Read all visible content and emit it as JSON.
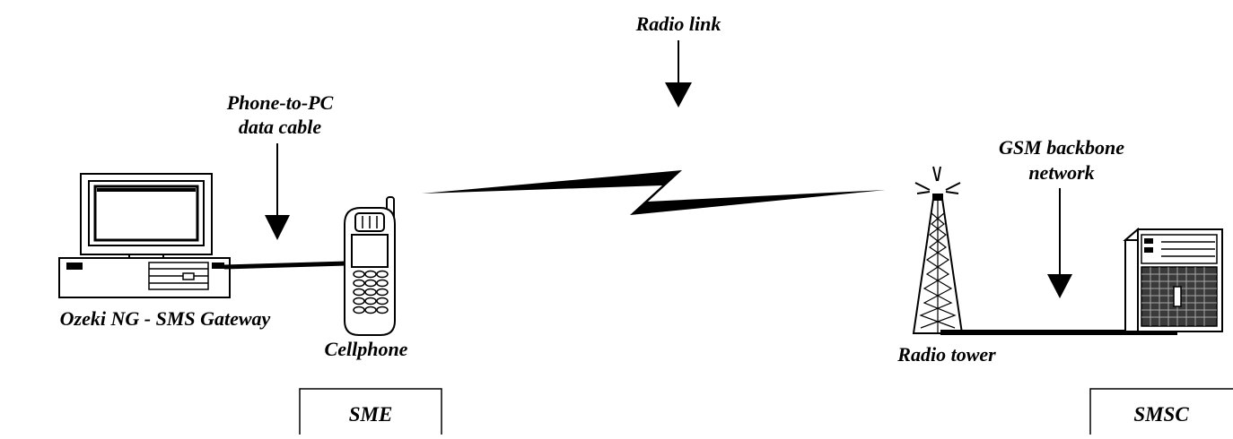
{
  "labels": {
    "radio_link": "Radio link",
    "data_cable_line1": "Phone-to-PC",
    "data_cable_line2": "data cable",
    "gsm_line1": "GSM backbone",
    "gsm_line2": "network",
    "gateway": "Ozeki NG - SMS Gateway",
    "cellphone": "Cellphone",
    "radio_tower": "Radio tower"
  },
  "boxes": {
    "sme": "SME",
    "smsc": "SMSC"
  },
  "icons": {
    "computer": "desktop-computer-icon",
    "phone": "cellphone-icon",
    "tower": "radio-tower-icon",
    "server": "server-icon"
  }
}
